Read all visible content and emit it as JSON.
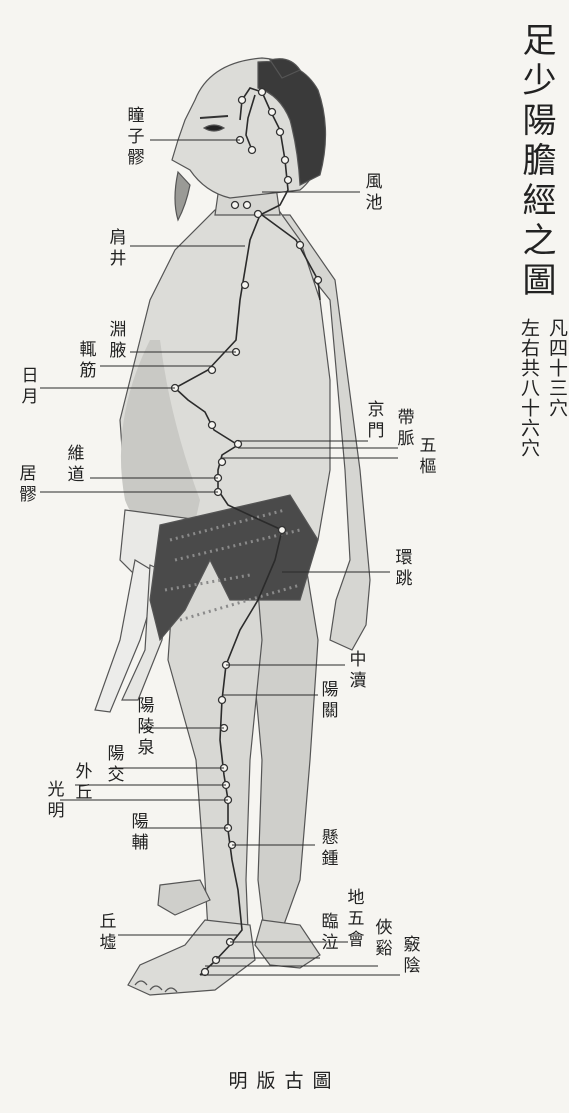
{
  "title": "足少陽膽經之圖",
  "note_left": "左右共八十六穴",
  "note_right": "凡四十三穴",
  "caption": "明版古圖",
  "colors": {
    "ink": "#222222",
    "skin": "#dcdcd8",
    "skin_shadow": "#bdbdb8",
    "hair": "#3a3a3a",
    "cloth": "#4a4a4a",
    "line": "#2b2b2b"
  },
  "points": {
    "tongziliao": "瞳子髎",
    "fengchi": "風池",
    "jianjing": "肩井",
    "yuanye": "淵腋",
    "zhejin": "輒筋",
    "riyue": "日月",
    "jingmen": "京門",
    "daimai": "帶脈",
    "wushu": "五樞",
    "weidao": "維道",
    "juliao": "居髎",
    "huantiao": "環跳",
    "zhongdu": "中瀆",
    "yangguan": "陽關",
    "yanglingquan": "陽陵泉",
    "yangjiao": "陽交",
    "waiqiu": "外丘",
    "guangming": "光明",
    "yangfu": "陽輔",
    "xuanzhong": "懸鍾",
    "diwuhui": "地五會",
    "linqi": "臨泣",
    "xiaxi": "俠谿",
    "qiuxu": "丘墟",
    "qiaoyin": "竅陰"
  }
}
